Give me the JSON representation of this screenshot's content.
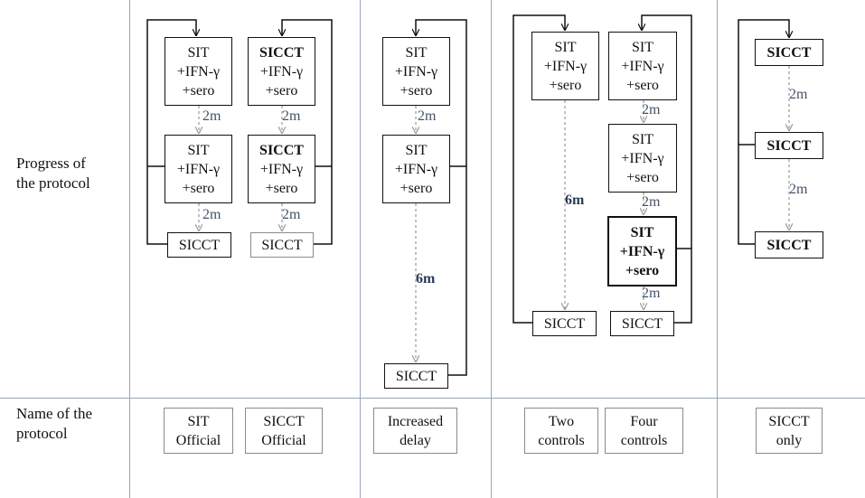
{
  "rows": {
    "progress_label": [
      "Progress of",
      "the protocol"
    ],
    "name_label": [
      "Name of the",
      "protocol"
    ]
  },
  "columns": {
    "a": {
      "boxes": [
        {
          "lines": [
            "SIT",
            "+IFN-γ",
            "+sero"
          ]
        },
        {
          "lines": [
            "SIT",
            "+IFN-γ",
            "+sero"
          ]
        },
        {
          "lines": [
            "SICCT"
          ]
        }
      ],
      "intervals": [
        "2m",
        "2m"
      ]
    },
    "b": {
      "boxes": [
        {
          "lines": [
            "SICCT",
            "+IFN-γ",
            "+sero"
          ]
        },
        {
          "lines": [
            "SICCT",
            "+IFN-γ",
            "+sero"
          ]
        },
        {
          "lines": [
            "SICCT"
          ]
        }
      ],
      "intervals": [
        "2m",
        "2m"
      ]
    },
    "c": {
      "boxes": [
        {
          "lines": [
            "SIT",
            "+IFN-γ",
            "+sero"
          ]
        },
        {
          "lines": [
            "SIT",
            "+IFN-γ",
            "+sero"
          ]
        },
        {
          "lines": [
            "SICCT"
          ]
        }
      ],
      "intervals": [
        "2m",
        "6m"
      ]
    },
    "d": {
      "boxes": [
        {
          "lines": [
            "SIT",
            "+IFN-γ",
            "+sero"
          ]
        },
        {
          "lines": [
            "SICCT"
          ]
        }
      ],
      "intervals": [
        "6m"
      ]
    },
    "e": {
      "boxes": [
        {
          "lines": [
            "SIT",
            "+IFN-γ",
            "+sero"
          ]
        },
        {
          "lines": [
            "SIT",
            "+IFN-γ",
            "+sero"
          ]
        },
        {
          "lines": [
            "SIT",
            "+IFN-γ",
            "+sero"
          ]
        },
        {
          "lines": [
            "SICCT"
          ]
        }
      ],
      "intervals": [
        "2m",
        "2m",
        "2m"
      ]
    },
    "f": {
      "boxes": [
        {
          "lines": [
            "SICCT"
          ]
        },
        {
          "lines": [
            "SICCT"
          ]
        },
        {
          "lines": [
            "SICCT"
          ]
        }
      ],
      "intervals": [
        "2m",
        "2m"
      ]
    }
  },
  "protocol_names": [
    [
      "SIT",
      "Official"
    ],
    [
      "SICCT",
      "Official"
    ],
    [
      "Increased",
      "delay"
    ],
    [
      "Two",
      "controls"
    ],
    [
      "Four",
      "controls"
    ],
    [
      "SICCT",
      "only"
    ]
  ]
}
